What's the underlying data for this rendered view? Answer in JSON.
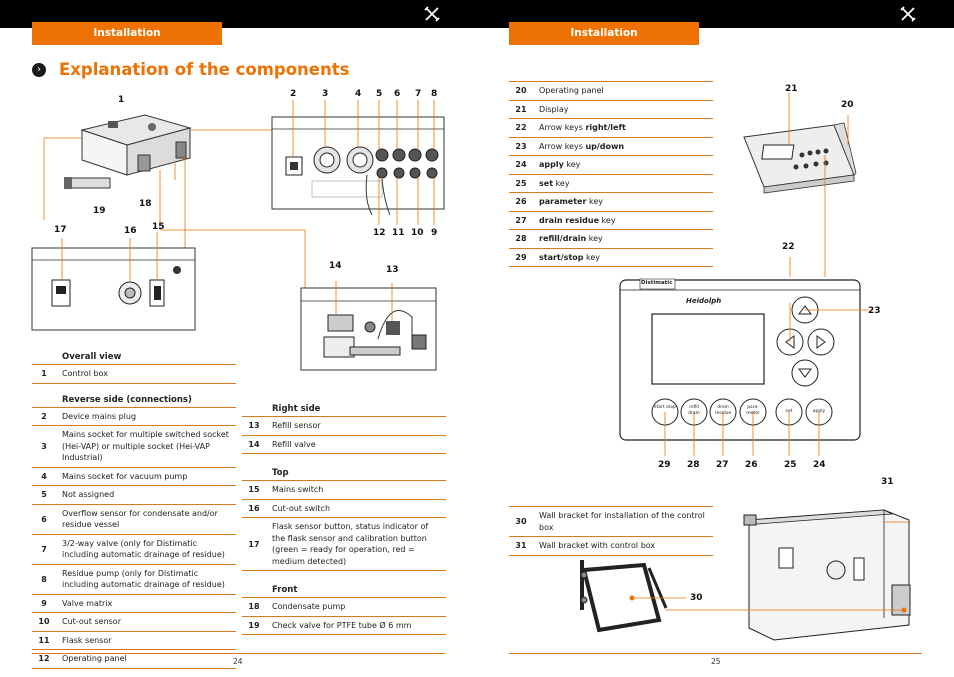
{
  "header": {
    "left_tab": "Installation",
    "right_tab": "Installation"
  },
  "title": "Explanation of the components",
  "left_sections": [
    {
      "heading": "Overall view",
      "rows": [
        {
          "num": "1",
          "text": "Control box"
        }
      ]
    },
    {
      "heading": "Reverse side (connections)",
      "rows": [
        {
          "num": "2",
          "text": "Device mains plug"
        },
        {
          "num": "3",
          "text": "Mains socket for multiple switched socket (Hei-VAP) or multiple socket (Hei-VAP Industrial)"
        },
        {
          "num": "4",
          "text": "Mains socket for vacuum pump"
        },
        {
          "num": "5",
          "text": "Not assigned"
        },
        {
          "num": "6",
          "text": "Overflow sensor for condensate and/or residue vessel"
        },
        {
          "num": "7",
          "text": "3/2-way valve (only for Distimatic including automatic drainage of residue)"
        },
        {
          "num": "8",
          "text": "Residue pump (only for Distimatic including automatic drainage of residue)"
        },
        {
          "num": "9",
          "text": "Valve matrix"
        },
        {
          "num": "10",
          "text": "Cut-out sensor"
        },
        {
          "num": "11",
          "text": "Flask sensor"
        },
        {
          "num": "12",
          "text": "Operating panel"
        }
      ]
    }
  ],
  "mid_sections": [
    {
      "heading": "Right side",
      "rows": [
        {
          "num": "13",
          "text": "Refill sensor"
        },
        {
          "num": "14",
          "text": "Refill valve"
        }
      ]
    },
    {
      "heading": "Top",
      "rows": [
        {
          "num": "15",
          "text": "Mains switch"
        },
        {
          "num": "16",
          "text": "Cut-out switch"
        },
        {
          "num": "17",
          "text": "Flask sensor button, status indicator of the flask sensor and calibration button (green = ready for operation, red = medium detected)"
        }
      ]
    },
    {
      "heading": "Front",
      "rows": [
        {
          "num": "18",
          "text": "Condensate pump"
        },
        {
          "num": "19",
          "text": "Check valve for PTFE tube Ø 6 mm"
        }
      ]
    }
  ],
  "right_rows": [
    {
      "num": "20",
      "pre": "Operating panel",
      "kw": "",
      "post": ""
    },
    {
      "num": "21",
      "pre": "Display",
      "kw": "",
      "post": ""
    },
    {
      "num": "22",
      "pre": "Arrow keys ",
      "kw": "right/left",
      "post": ""
    },
    {
      "num": "23",
      "pre": "Arrow keys ",
      "kw": "up/down",
      "post": ""
    },
    {
      "num": "24",
      "pre": "",
      "kw": "apply",
      "post": " key"
    },
    {
      "num": "25",
      "pre": "",
      "kw": "set",
      "post": " key"
    },
    {
      "num": "26",
      "pre": "",
      "kw": "parameter",
      "post": " key"
    },
    {
      "num": "27",
      "pre": "",
      "kw": "drain residue",
      "post": " key"
    },
    {
      "num": "28",
      "pre": "",
      "kw": "refill/drain",
      "post": " key"
    },
    {
      "num": "29",
      "pre": "",
      "kw": "start/stop",
      "post": " key"
    }
  ],
  "bracket_rows": [
    {
      "num": "30",
      "text": "Wall bracket for installation of the control box"
    },
    {
      "num": "31",
      "text": "Wall bracket with control box"
    }
  ],
  "panel": {
    "brand": "Distimatic",
    "logo": "Heidolph",
    "keys": [
      "start stop",
      "refill drain",
      "drain residue",
      "para-meter",
      "set",
      "apply"
    ]
  },
  "callouts": {
    "c1": "1",
    "c2": "2",
    "c3": "3",
    "c4": "4",
    "c5": "5",
    "c6": "6",
    "c7": "7",
    "c8": "8",
    "c12": "12",
    "c11": "11",
    "c10": "10",
    "c9": "9",
    "c19": "19",
    "c18": "18",
    "c17": "17",
    "c16": "16",
    "c15": "15",
    "c14": "14",
    "c13": "13",
    "c20": "20",
    "c21": "21",
    "c22": "22",
    "c23": "23",
    "c29": "29",
    "c28": "28",
    "c27": "27",
    "c26": "26",
    "c25": "25",
    "c24": "24",
    "c31": "31",
    "c30": "30"
  },
  "footer": {
    "left_page": "24",
    "right_page": "25"
  },
  "colors": {
    "accent": "#ee7203",
    "header": "#000000"
  },
  "icons": [
    "tools-icon",
    "chevron-right-icon"
  ]
}
